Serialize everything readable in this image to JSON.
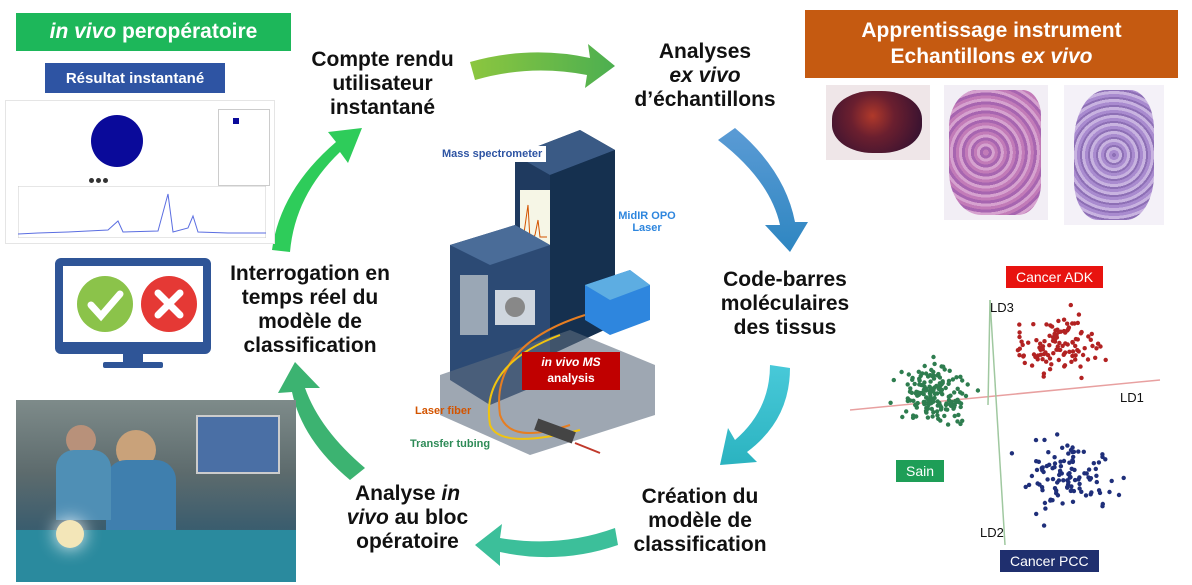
{
  "headers": {
    "in_vivo_em": "in vivo",
    "in_vivo_rest": " peropératoire",
    "resultat": "Résultat instantané",
    "apprentissage_line1": "Apprentissage instrument",
    "apprentissage_line2_a": "Echantillons ",
    "apprentissage_line2_b": "ex vivo"
  },
  "steps": {
    "compte_rendu": [
      "Compte rendu",
      "utilisateur",
      "instantané"
    ],
    "analyses": {
      "l1": "Analyses",
      "l2": "ex vivo",
      "l3": "d’échantillons"
    },
    "code_barres": [
      "Code-barres",
      "moléculaires",
      "des tissus"
    ],
    "creation": [
      "Création du",
      "modèle de",
      "classification"
    ],
    "analyse_in_vivo": {
      "a": "Analyse ",
      "b": "in",
      "c": "vivo",
      "d": " au bloc",
      "e": "opératoire"
    },
    "interrogation": [
      "Interrogation en",
      "temps réel du",
      "modèle de",
      "classification"
    ]
  },
  "instrument": {
    "mass_spectrometer": "Mass spectrometer",
    "midir_l1": "MidIR OPO",
    "midir_l2": "Laser",
    "invivo_ms_a": "in vivo MS",
    "invivo_ms_b": "analysis",
    "laser_fiber": "Laser fiber",
    "transfer_tubing": "Transfer tubing"
  },
  "scatter": {
    "axes": [
      "LD1",
      "LD2",
      "LD3"
    ],
    "classes": [
      {
        "name": "Cancer ADK",
        "color": "#b22222"
      },
      {
        "name": "Sain",
        "color": "#2e7d4f"
      },
      {
        "name": "Cancer PCC",
        "color": "#1f2f7a"
      }
    ]
  },
  "colors": {
    "green": "#1db75a",
    "orange": "#c55a11",
    "blue": "#2e54a3",
    "adk_label": "#e8130f",
    "pcc_label": "#1f2f6e",
    "sain_label": "#1e9e57"
  }
}
